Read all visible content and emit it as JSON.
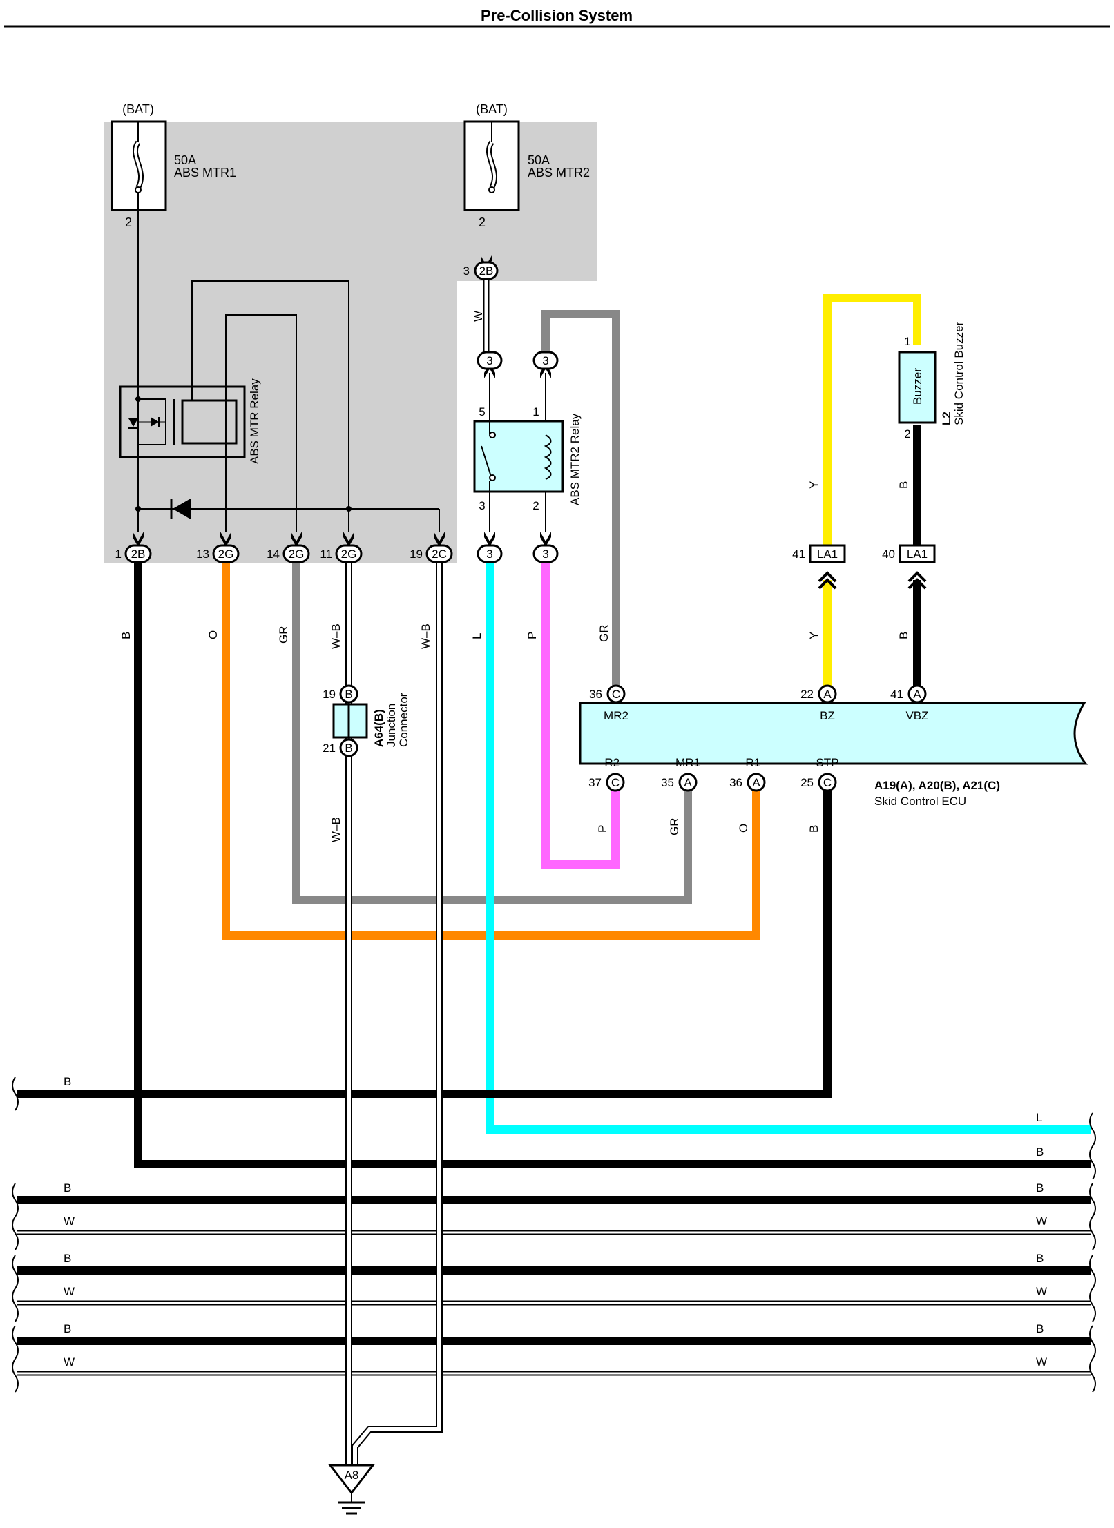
{
  "title": "Pre-Collision System",
  "colors": {
    "shade": "#d0d0d0",
    "component_fill": "#ccffff",
    "wire_B": "#000000",
    "wire_O": "#ff8800",
    "wire_GR": "#888888",
    "wire_L": "#00ffff",
    "wire_P": "#ff66ff",
    "wire_Y": "#ffee00"
  },
  "fuses": {
    "mtr1": {
      "source": "(BAT)",
      "rating": "50A",
      "name": "ABS MTR1",
      "pin": "2"
    },
    "mtr2": {
      "source": "(BAT)",
      "rating": "50A",
      "name": "ABS MTR2",
      "pin": "2"
    }
  },
  "relays": {
    "mtr": {
      "name": "ABS MTR Relay"
    },
    "mtr2": {
      "name": "ABS MTR2 Relay",
      "pin_5": "5",
      "pin_1": "1",
      "pin_3": "3",
      "pin_2": "2"
    }
  },
  "connectors": {
    "c2b_top": {
      "pin": "3",
      "code": "2B"
    },
    "c3_a": {
      "code": "3"
    },
    "c3_b": {
      "code": "3"
    },
    "c3_c": {
      "code": "3"
    },
    "c3_d": {
      "code": "3"
    },
    "j1": {
      "pin": "1",
      "code": "2B"
    },
    "j13": {
      "pin": "13",
      "code": "2G"
    },
    "j14": {
      "pin": "14",
      "code": "2G"
    },
    "j11": {
      "pin": "11",
      "code": "2G"
    },
    "j19": {
      "pin": "19",
      "code": "2C"
    },
    "la1_y": {
      "pin": "41",
      "code": "LA1"
    },
    "la1_b": {
      "pin": "40",
      "code": "LA1"
    }
  },
  "buzzer": {
    "label": "Buzzer",
    "code": "L2",
    "name": "Skid Control Buzzer",
    "pin_top": "1",
    "pin_bottom": "2"
  },
  "junction": {
    "code": "A64(B)",
    "name_line1": "Junction",
    "name_line2": "Connector",
    "pin_top": "19",
    "pin_bottom": "21",
    "conn": "B"
  },
  "ecu": {
    "code": "A19(A), A20(B), A21(C)",
    "name": "Skid Control ECU",
    "top_pins": [
      {
        "num": "36",
        "conn": "C",
        "label": "MR2"
      },
      {
        "num": "22",
        "conn": "A",
        "label": "BZ"
      },
      {
        "num": "41",
        "conn": "A",
        "label": "VBZ"
      }
    ],
    "bottom_pins": [
      {
        "num": "37",
        "conn": "C",
        "label": "R2–"
      },
      {
        "num": "35",
        "conn": "A",
        "label": "MR1"
      },
      {
        "num": "36",
        "conn": "A",
        "label": "R1–"
      },
      {
        "num": "25",
        "conn": "C",
        "label": "STP"
      }
    ]
  },
  "wire_labels": {
    "w_2b": "W",
    "gr_top": "GR",
    "y_top": "Y",
    "b_top": "B",
    "b_1": "B",
    "o_13": "O",
    "gr_14": "GR",
    "wb_11": "W–B",
    "wb_19": "W–B",
    "l_3": "L",
    "p_3": "P",
    "gr_ecu": "GR",
    "y_ecu": "Y",
    "b_ecu": "B",
    "wb_lower": "W–B",
    "p_r2": "P",
    "gr_mr1": "GR",
    "o_r1": "O",
    "b_stp": "B"
  },
  "bus_left": [
    "B",
    "B",
    "W",
    "B",
    "W",
    "B",
    "W"
  ],
  "bus_right": [
    "L",
    "B",
    "B",
    "W",
    "B",
    "W",
    "B",
    "W"
  ],
  "ground": {
    "code": "A8"
  }
}
